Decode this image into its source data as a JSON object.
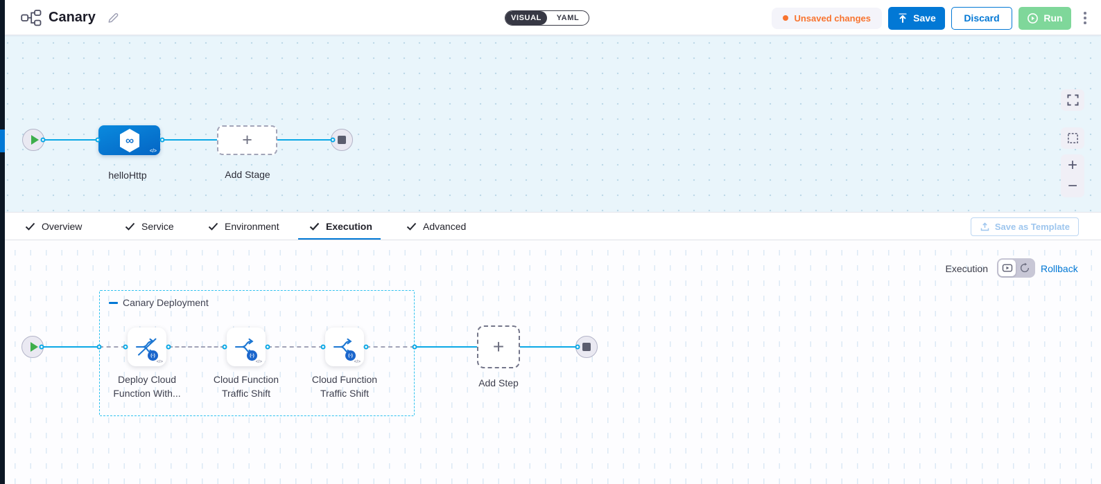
{
  "header": {
    "title": "Canary",
    "mode_toggle": {
      "visual": "VISUAL",
      "yaml": "YAML"
    },
    "unsaved_badge": "Unsaved changes",
    "save_button": "Save",
    "discard_button": "Discard",
    "run_button": "Run"
  },
  "pipeline_canvas": {
    "stage_label": "helloHttp",
    "add_stage_label": "Add Stage"
  },
  "tabs": [
    {
      "label": "Overview",
      "active": false
    },
    {
      "label": "Service",
      "active": false
    },
    {
      "label": "Environment",
      "active": false
    },
    {
      "label": "Execution",
      "active": true
    },
    {
      "label": "Advanced",
      "active": false
    }
  ],
  "save_as_template_button": "Save as Template",
  "execution_canvas": {
    "mode_label": "Execution",
    "rollback_link": "Rollback",
    "group_label": "Canary Deployment",
    "steps": [
      {
        "line1": "Deploy Cloud",
        "line2": "Function With..."
      },
      {
        "line1": "Cloud Function",
        "line2": "Traffic Shift"
      },
      {
        "line1": "Cloud Function",
        "line2": "Traffic Shift"
      }
    ],
    "add_step_label": "Add Step"
  },
  "glyphs": {
    "plus": "+",
    "minus": "−",
    "infinity": "∞",
    "code": "</>",
    "badge": "(-)"
  },
  "icons": [
    "pipeline-icon",
    "edit-pencil-icon",
    "save-arrow-icon",
    "play-circle-icon",
    "kebab-menu-icon",
    "check-icon",
    "template-upload-icon",
    "fullscreen-icon",
    "marquee-select-icon",
    "zoom-in-icon",
    "zoom-out-icon",
    "play-icon",
    "stop-icon",
    "hexagon-stage-icon",
    "code-icon",
    "deploy-no-traffic-icon",
    "traffic-shift-icon",
    "execution-view-icon",
    "rollback-view-icon",
    "unsaved-dot-icon",
    "collapse-dash-icon"
  ],
  "colors": {
    "accent_blue": "#0278d5",
    "connector_cyan": "#0ba8e6",
    "unsaved_orange": "#f8742f",
    "run_disabled_green": "#7fd79a",
    "group_border_cyan": "#2ec2ef",
    "canvas_top_bg": "#e9f5fb",
    "dark_rail": "#0c1724",
    "toggle_dark": "#373844"
  }
}
